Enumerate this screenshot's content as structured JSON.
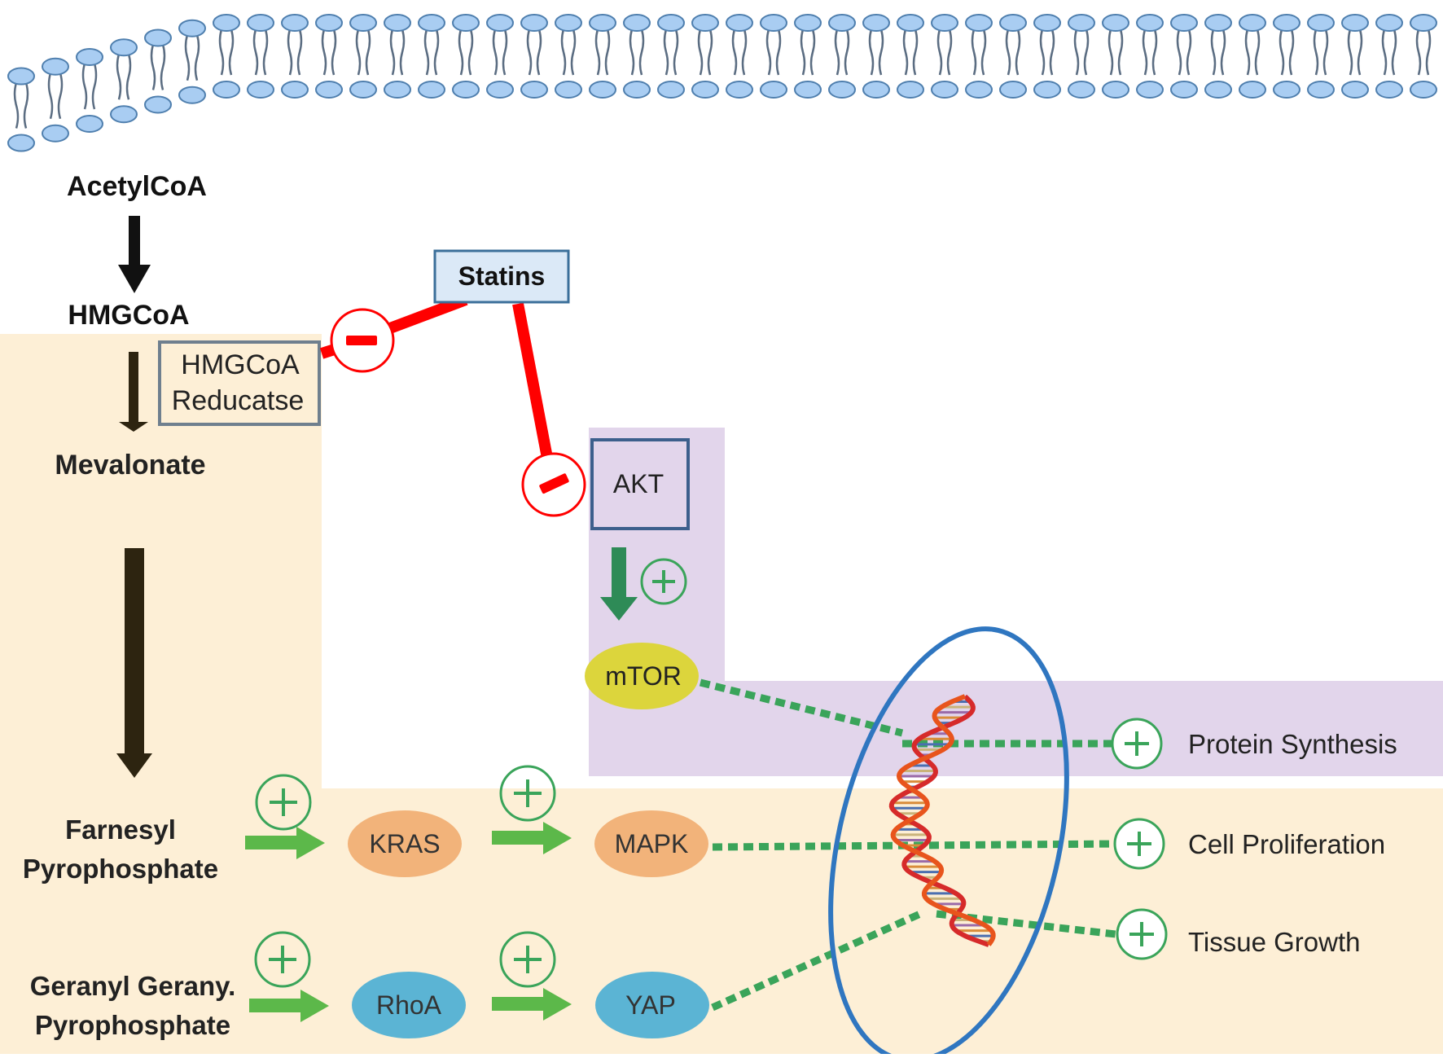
{
  "metabolites": {
    "acetylcoa": "AcetylCoA",
    "hmgcoa": "HMGCoA",
    "mevalonate": "Mevalonate",
    "farnesyl_line1": "Farnesyl",
    "farnesyl_line2": "Pyrophosphate",
    "geranyl_line1": "Geranyl Gerany.",
    "geranyl_line2": "Pyrophosphate"
  },
  "enzyme": {
    "line1": "HMGCoA",
    "line2": "Reducatse"
  },
  "drug": "Statins",
  "proteins": {
    "akt": "AKT",
    "mtor": "mTOR",
    "kras": "KRAS",
    "mapk": "MAPK",
    "rhoa": "RhoA",
    "yap": "YAP"
  },
  "outcomes": {
    "protein_synthesis": "Protein Synthesis",
    "cell_proliferation": "Cell Proliferation",
    "tissue_growth": "Tissue Growth"
  },
  "icons": {
    "inhibition": "minus-circle-icon",
    "activation": "plus-circle-icon",
    "dna": "dna-helix-icon",
    "membrane": "lipid-bilayer-icon"
  },
  "colors": {
    "mevalonate_zone": "#fdefd6",
    "mtor_zone": "#e2d5eb",
    "inhibition": "#ff0000",
    "activation_arrow": "#5cb84a",
    "dotted_link": "#3aa45a",
    "akt_arrow": "#2e8b57",
    "lipid_head": "#a9cdf2",
    "nucleus_ring": "#2f76c0",
    "kras_mapk": "#f2b37a",
    "rhoa_yap": "#5bb4d4",
    "mtor": "#dcd53c"
  }
}
